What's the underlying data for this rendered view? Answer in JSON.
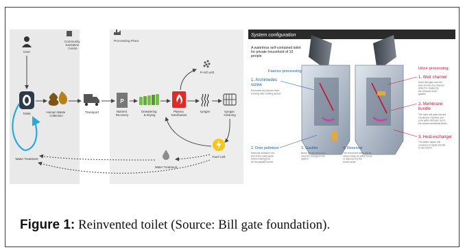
{
  "caption": {
    "label": "Figure 1:",
    "text": "Reinvented toilet (Source: Bill gate foundation)."
  },
  "left_diagram": {
    "zone_labels": {
      "community": "Community Sanitation Centre",
      "plant": "Processing Plant"
    },
    "nodes": {
      "user": "User",
      "toilet": "Toilet",
      "hwc": "Human Waste Collection",
      "transport": "Transport",
      "nutrient": "Nutrient Recovery",
      "dewater": "Dewatering & Drying",
      "plasma": "Plasma Gasification",
      "syngas": "syngas",
      "cleaning": "Syngas Cleaning",
      "ash": "P-rich ash",
      "fuelcell": "Fuel Cell",
      "water_mid": "Water Treatment",
      "water_left": "Water Treatment"
    }
  },
  "right_diagram": {
    "header": "System configuration",
    "intro": "A waterless self-contained toilet for private household of 10 people",
    "faeces_title": "Faeces processing",
    "urine_title": "Urine processing",
    "items": {
      "archimedes": {
        "title": "1. Archimedes screw",
        "desc": "Removes dry faeces from holding after settling period"
      },
      "drier": {
        "title": "2. Drier pelletizer",
        "desc": "Reduces moisture content of the solid waste before making fuel for the gasifier burner"
      },
      "gasifier": {
        "title": "3. Gasifier",
        "desc": "Burns the faeces to produce the energy for the system"
      },
      "reservoir": {
        "title": "4. Reservoir",
        "desc": "The recovered water will be stored ready for reuse or disposed by the home owner"
      },
      "weir": {
        "title": "1. Weir channel",
        "desc": "Urine will pass over the weir and into the channel while it is heated by the exhaust of the gasifier"
      },
      "membrane": {
        "title": "2. Membrane bundle",
        "desc": "The urine will pass into the membrane chamber and pure water will pass out of the hollow membrane fibres"
      },
      "exchanger": {
        "title": "3. Heat exchanger",
        "desc": "The water vapour will condense in liquid and fall to the bottom"
      }
    },
    "colors": {
      "faeces_accent": "#1b5fa8",
      "urine_accent": "#c8102e",
      "header_bg": "#2a2a2a"
    }
  }
}
